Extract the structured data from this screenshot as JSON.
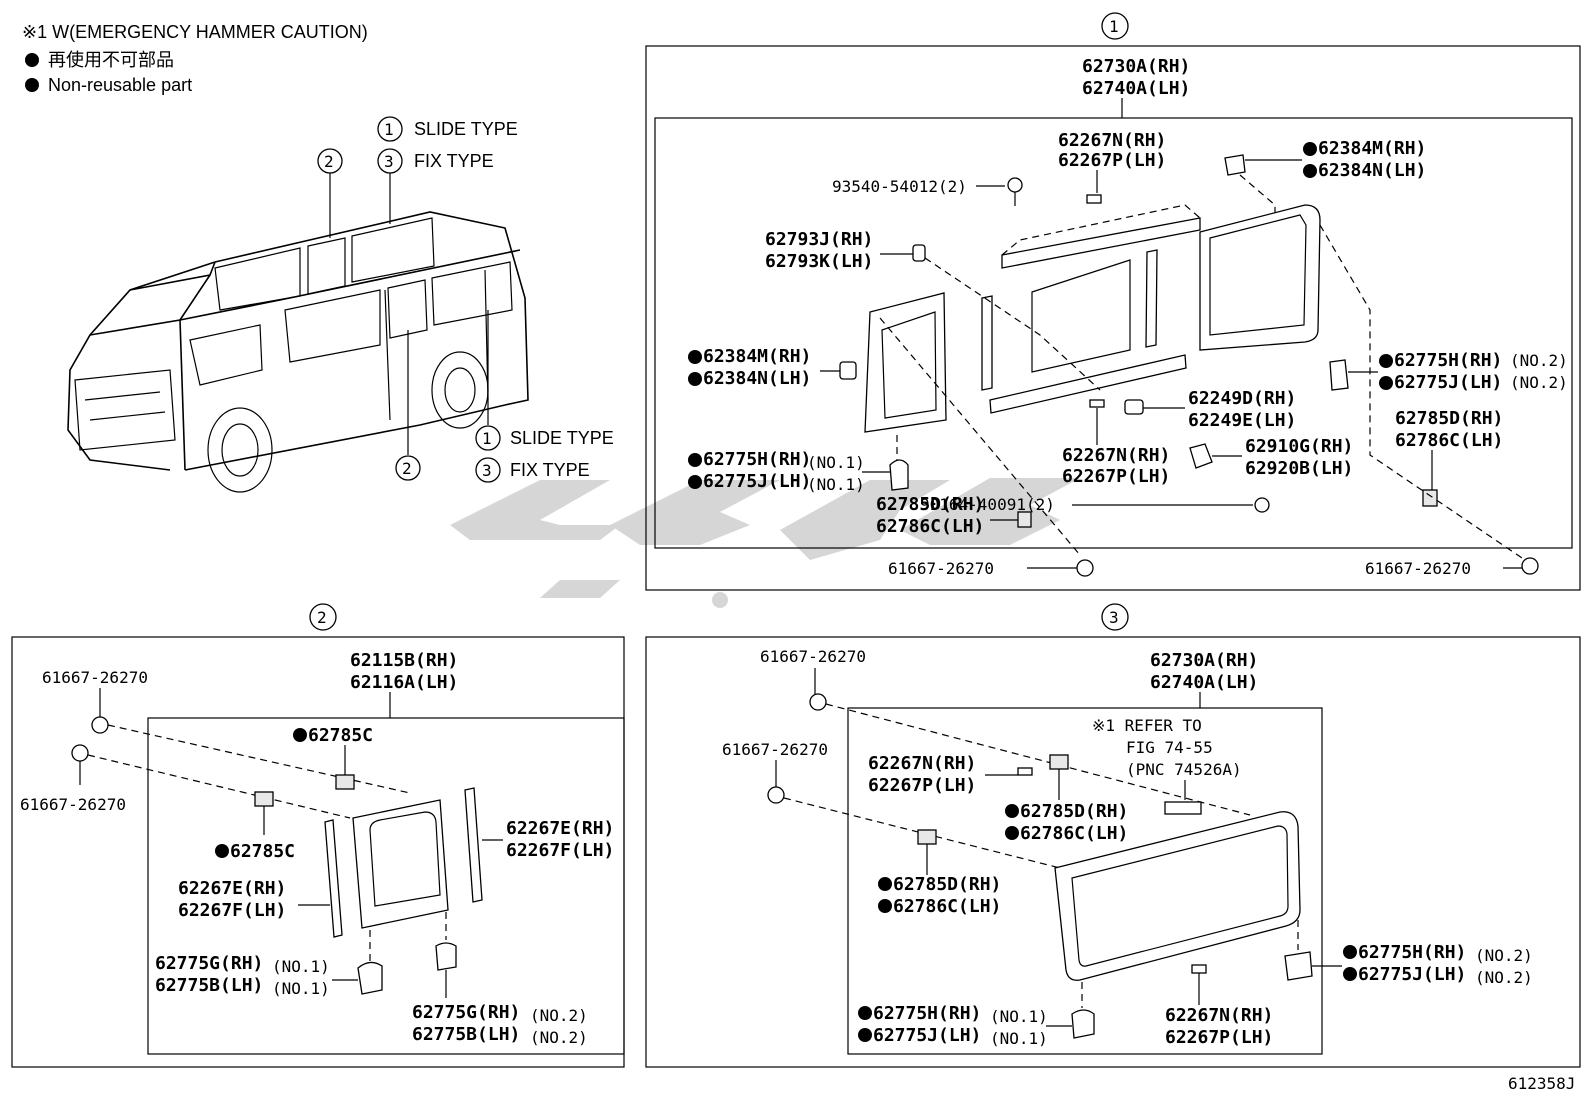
{
  "legend": {
    "caution": "※1 W(EMERGENCY HAMMER CAUTION)",
    "non_reusable_jp": "再使用不可部品",
    "non_reusable_en": "Non-reusable part"
  },
  "overview": {
    "slide_type": "SLIDE TYPE",
    "fix_type": "FIX TYPE",
    "num1": "1",
    "num2": "2",
    "num3": "3"
  },
  "panel1": {
    "num": "1",
    "labels": {
      "assy_rh": "62730A(RH)",
      "assy_lh": "62740A(LH)",
      "screw": "93540-54012(2)",
      "top_n_rh": "62267N(RH)",
      "top_p_lh": "62267P(LH)",
      "clip_m_rh_tr": "62384M(RH)",
      "clip_n_lh_tr": "62384N(LH)",
      "j_rh": "62793J(RH)",
      "k_lh": "62793K(LH)",
      "clip_m_rh_l": "62384M(RH)",
      "clip_n_lh_l": "62384N(LH)",
      "h_rh_r": "62775H(RH)",
      "j_lh_r": "62775J(LH)",
      "no2a": "(NO.2)",
      "no2b": "(NO.2)",
      "d_rh_r": "62785D(RH)",
      "c_lh_r": "62786C(LH)",
      "e_d_rh": "62249D(RH)",
      "e_e_lh": "62249E(LH)",
      "bot_n_rh": "62267N(RH)",
      "bot_p_lh": "62267P(LH)",
      "g_rh": "62910G(RH)",
      "b_lh": "62920B(LH)",
      "bolt": "90164-40091(2)",
      "h_rh_l": "62775H(RH)",
      "j_lh_l": "62775J(LH)",
      "no1a": "(NO.1)",
      "no1b": "(NO.1)",
      "d_rh_m": "62785D(RH)",
      "c_lh_m": "62786C(LH)",
      "clip_a": "61667-26270",
      "clip_b": "61667-26270"
    }
  },
  "panel2": {
    "num": "2",
    "labels": {
      "assy_rh": "62115B(RH)",
      "assy_lh": "62116A(LH)",
      "clip_a": "61667-26270",
      "clip_b": "61667-26270",
      "c_top": "62785C",
      "c_mid": "62785C",
      "e_rh_r": "62267E(RH)",
      "f_lh_r": "62267F(LH)",
      "e_rh_l": "62267E(RH)",
      "f_lh_l": "62267F(LH)",
      "g_rh_1": "62775G(RH)",
      "b_lh_1": "62775B(LH)",
      "no1a": "(NO.1)",
      "no1b": "(NO.1)",
      "g_rh_2": "62775G(RH)",
      "b_lh_2": "62775B(LH)",
      "no2a": "(NO.2)",
      "no2b": "(NO.2)"
    }
  },
  "panel3": {
    "num": "3",
    "labels": {
      "assy_rh": "62730A(RH)",
      "assy_lh": "62740A(LH)",
      "clip_a": "61667-26270",
      "clip_b": "61667-26270",
      "refer1": "※1 REFER TO",
      "refer2": "FIG 74-55",
      "refer3": "(PNC 74526A)",
      "n_rh_t": "62267N(RH)",
      "p_lh_t": "62267P(LH)",
      "d_rh_1": "62785D(RH)",
      "c_lh_1": "62786C(LH)",
      "d_rh_2": "62785D(RH)",
      "c_lh_2": "62786C(LH)",
      "h_rh_r": "62775H(RH)",
      "j_lh_r": "62775J(LH)",
      "no2a": "(NO.2)",
      "no2b": "(NO.2)",
      "h_rh_l": "62775H(RH)",
      "j_lh_l": "62775J(LH)",
      "no1a": "(NO.1)",
      "no1b": "(NO.1)",
      "n_rh_b": "62267N(RH)",
      "p_lh_b": "62267P(LH)"
    }
  },
  "figure_id": "612358J"
}
